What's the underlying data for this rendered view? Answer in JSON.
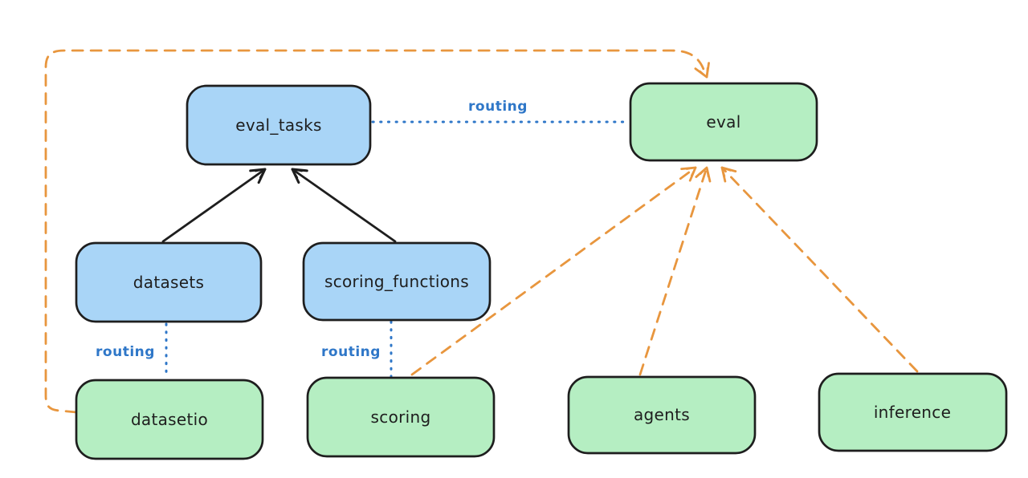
{
  "diagram": {
    "background": "#ffffff",
    "colors": {
      "api_fill": "#a9d5f7",
      "provider_fill": "#b5eec2",
      "stroke": "#1e1e1e",
      "dashed_accent": "#e8963e",
      "routing_accent": "#2f77c8"
    },
    "nodes": [
      {
        "id": "eval_tasks",
        "label": "eval_tasks",
        "fill": "blue"
      },
      {
        "id": "eval",
        "label": "eval",
        "fill": "green"
      },
      {
        "id": "datasets",
        "label": "datasets",
        "fill": "blue"
      },
      {
        "id": "scoring_functions",
        "label": "scoring_functions",
        "fill": "blue"
      },
      {
        "id": "datasetio",
        "label": "datasetio",
        "fill": "green"
      },
      {
        "id": "scoring",
        "label": "scoring",
        "fill": "green"
      },
      {
        "id": "agents",
        "label": "agents",
        "fill": "green"
      },
      {
        "id": "inference",
        "label": "inference",
        "fill": "green"
      }
    ],
    "routing_labels": [
      {
        "text": "routing"
      },
      {
        "text": "routing"
      },
      {
        "text": "routing"
      }
    ],
    "edges": [
      {
        "from": "datasets",
        "to": "eval_tasks",
        "style": "solid-arrow"
      },
      {
        "from": "scoring_functions",
        "to": "eval_tasks",
        "style": "solid-arrow"
      },
      {
        "from": "eval_tasks",
        "to": "eval",
        "style": "dotted",
        "label": "routing"
      },
      {
        "from": "datasets",
        "to": "datasetio",
        "style": "dotted",
        "label": "routing"
      },
      {
        "from": "scoring_functions",
        "to": "scoring",
        "style": "dotted",
        "label": "routing"
      },
      {
        "from": "datasetio",
        "to": "eval",
        "style": "dashed-arrow"
      },
      {
        "from": "scoring",
        "to": "eval",
        "style": "dashed-arrow"
      },
      {
        "from": "agents",
        "to": "eval",
        "style": "dashed-arrow"
      },
      {
        "from": "inference",
        "to": "eval",
        "style": "dashed-arrow"
      }
    ]
  }
}
